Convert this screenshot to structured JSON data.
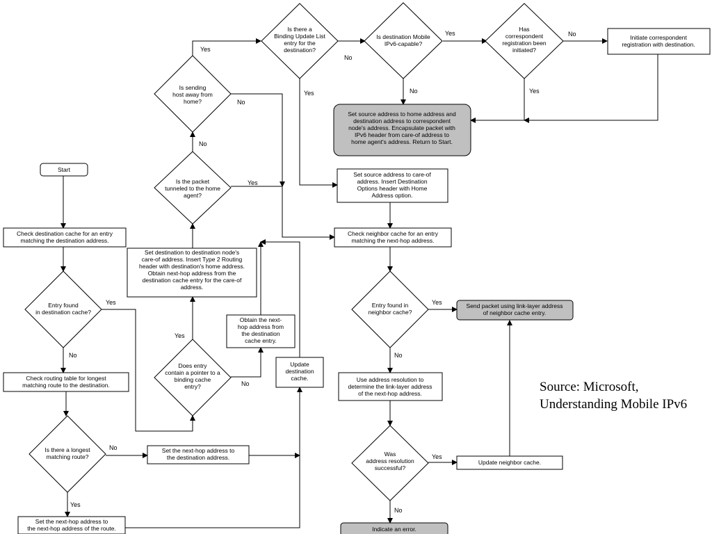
{
  "colors": {
    "terminal_fill": "#c0c0c0",
    "stroke": "#000000",
    "background": "#ffffff"
  },
  "nodes": {
    "start": [
      "Start"
    ],
    "check_dest_cache": [
      "Check destination cache for an entry",
      "matching the destination address."
    ],
    "entry_in_dest_cache": [
      "Entry found",
      "in destination cache?"
    ],
    "check_routing_table": [
      "Check routing table for longest",
      "matching route to the destination."
    ],
    "longest_route": [
      "Is there a longest",
      "matching route?"
    ],
    "set_nexthop_route": [
      "Set the next-hop address to",
      "the next-hop address of the route."
    ],
    "set_nexthop_dest": [
      "Set the next-hop address to",
      "the destination address."
    ],
    "points_to_binding": [
      "Does entry",
      "contain a pointer to a",
      "binding cache",
      "entry?"
    ],
    "obtain_nexthop": [
      "Obtain the next-",
      "hop address from",
      "the destination",
      "cache entry."
    ],
    "update_dest_cache": [
      "Update",
      "destination",
      "cache."
    ],
    "set_dest_careof": [
      "Set destination to destination node's",
      "care-of address. Insert  Type 2 Routing",
      "header with destination's home address.",
      "Obtain next-hop address from the",
      "destination cache entry for the care-of",
      "address."
    ],
    "tunneled_home_agent": [
      "Is the packet",
      "tunneled to the home",
      "agent?"
    ],
    "sending_host_away": [
      "Is sending",
      "host away from",
      "home?"
    ],
    "binding_update_list": [
      "Is there a",
      "Binding Update List",
      "entry for the",
      "destination?"
    ],
    "mobile_ipv6_capable": [
      "Is destination Mobile",
      "IPv6-capable?"
    ],
    "corr_reg_initiated": [
      "Has",
      "correspondent",
      "registration been",
      "initiated?"
    ],
    "initiate_corr_reg": [
      "Initiate correspondent",
      "registration with destination."
    ],
    "encapsulate_home": [
      "Set source address to home address and",
      "destination address to correspondent",
      "node's address. Encapsulate packet with",
      "IPv6 header from care-of address to",
      "home agent's address. Return to Start."
    ],
    "set_src_careof": [
      "Set source address to care-of",
      "address. Insert Destination",
      "Options header with Home",
      "Address option."
    ],
    "check_neighbor_cache": [
      "Check neighbor cache for an entry",
      "matching the next-hop address."
    ],
    "entry_in_neighbor_cache": [
      "Entry found in",
      "neighbor cache?"
    ],
    "send_packet": [
      "Send packet using link-layer address",
      "of neighbor cache entry."
    ],
    "use_addr_resolution": [
      "Use address resolution to",
      "determine the link-layer address",
      "of the next-hop address."
    ],
    "resolution_successful": [
      "Was",
      "address resolution",
      "successful?"
    ],
    "update_neighbor_cache": [
      "Update neighbor cache."
    ],
    "indicate_error": [
      "Indicate an error."
    ]
  },
  "edge_labels": {
    "dest_cache_yes": "Yes",
    "dest_cache_no": "No",
    "route_no": "No",
    "route_yes": "Yes",
    "binding_yes": "Yes",
    "binding_no": "No",
    "tunneled_yes": "Yes",
    "tunneled_no": "No",
    "away_yes": "Yes",
    "away_no": "No",
    "bul_no": "No",
    "bul_yes": "Yes",
    "capable_yes": "Yes",
    "capable_no": "No",
    "initiated_no": "No",
    "initiated_yes": "Yes",
    "neighbor_yes": "Yes",
    "neighbor_no": "No",
    "resolution_yes": "Yes",
    "resolution_no": "No"
  },
  "source_note": {
    "line1": "Source: Microsoft,",
    "line2": "Understanding Mobile IPv6"
  }
}
